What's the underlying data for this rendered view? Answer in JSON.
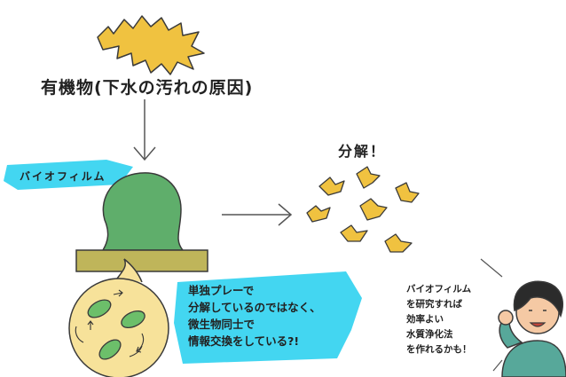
{
  "labels": {
    "organic_matter": "有機物(下水の汚れの原因)",
    "biofilm": "バイオフィルム",
    "decomposition": "分解！",
    "communication_lines": [
      "単独プレーで",
      "分解しているのではなく、",
      "微生物同士で",
      "情報交換をしている?!"
    ],
    "researcher_lines": [
      "バイオフィルム",
      "を研究すれば",
      "効率よい",
      "水質浄化法",
      "を作れるかも！"
    ]
  },
  "colors": {
    "organic_yellow": "#f0c240",
    "outline": "#3a3a3a",
    "biofilm_green": "#5fae6b",
    "ground_olive": "#bfb55a",
    "highlight_cyan": "#2fd2f0",
    "bubble_fill": "#f7e29a",
    "bacteria_green": "#6cbf6a",
    "person_shirt": "#57a89a",
    "person_skin": "#f5c9a4"
  }
}
